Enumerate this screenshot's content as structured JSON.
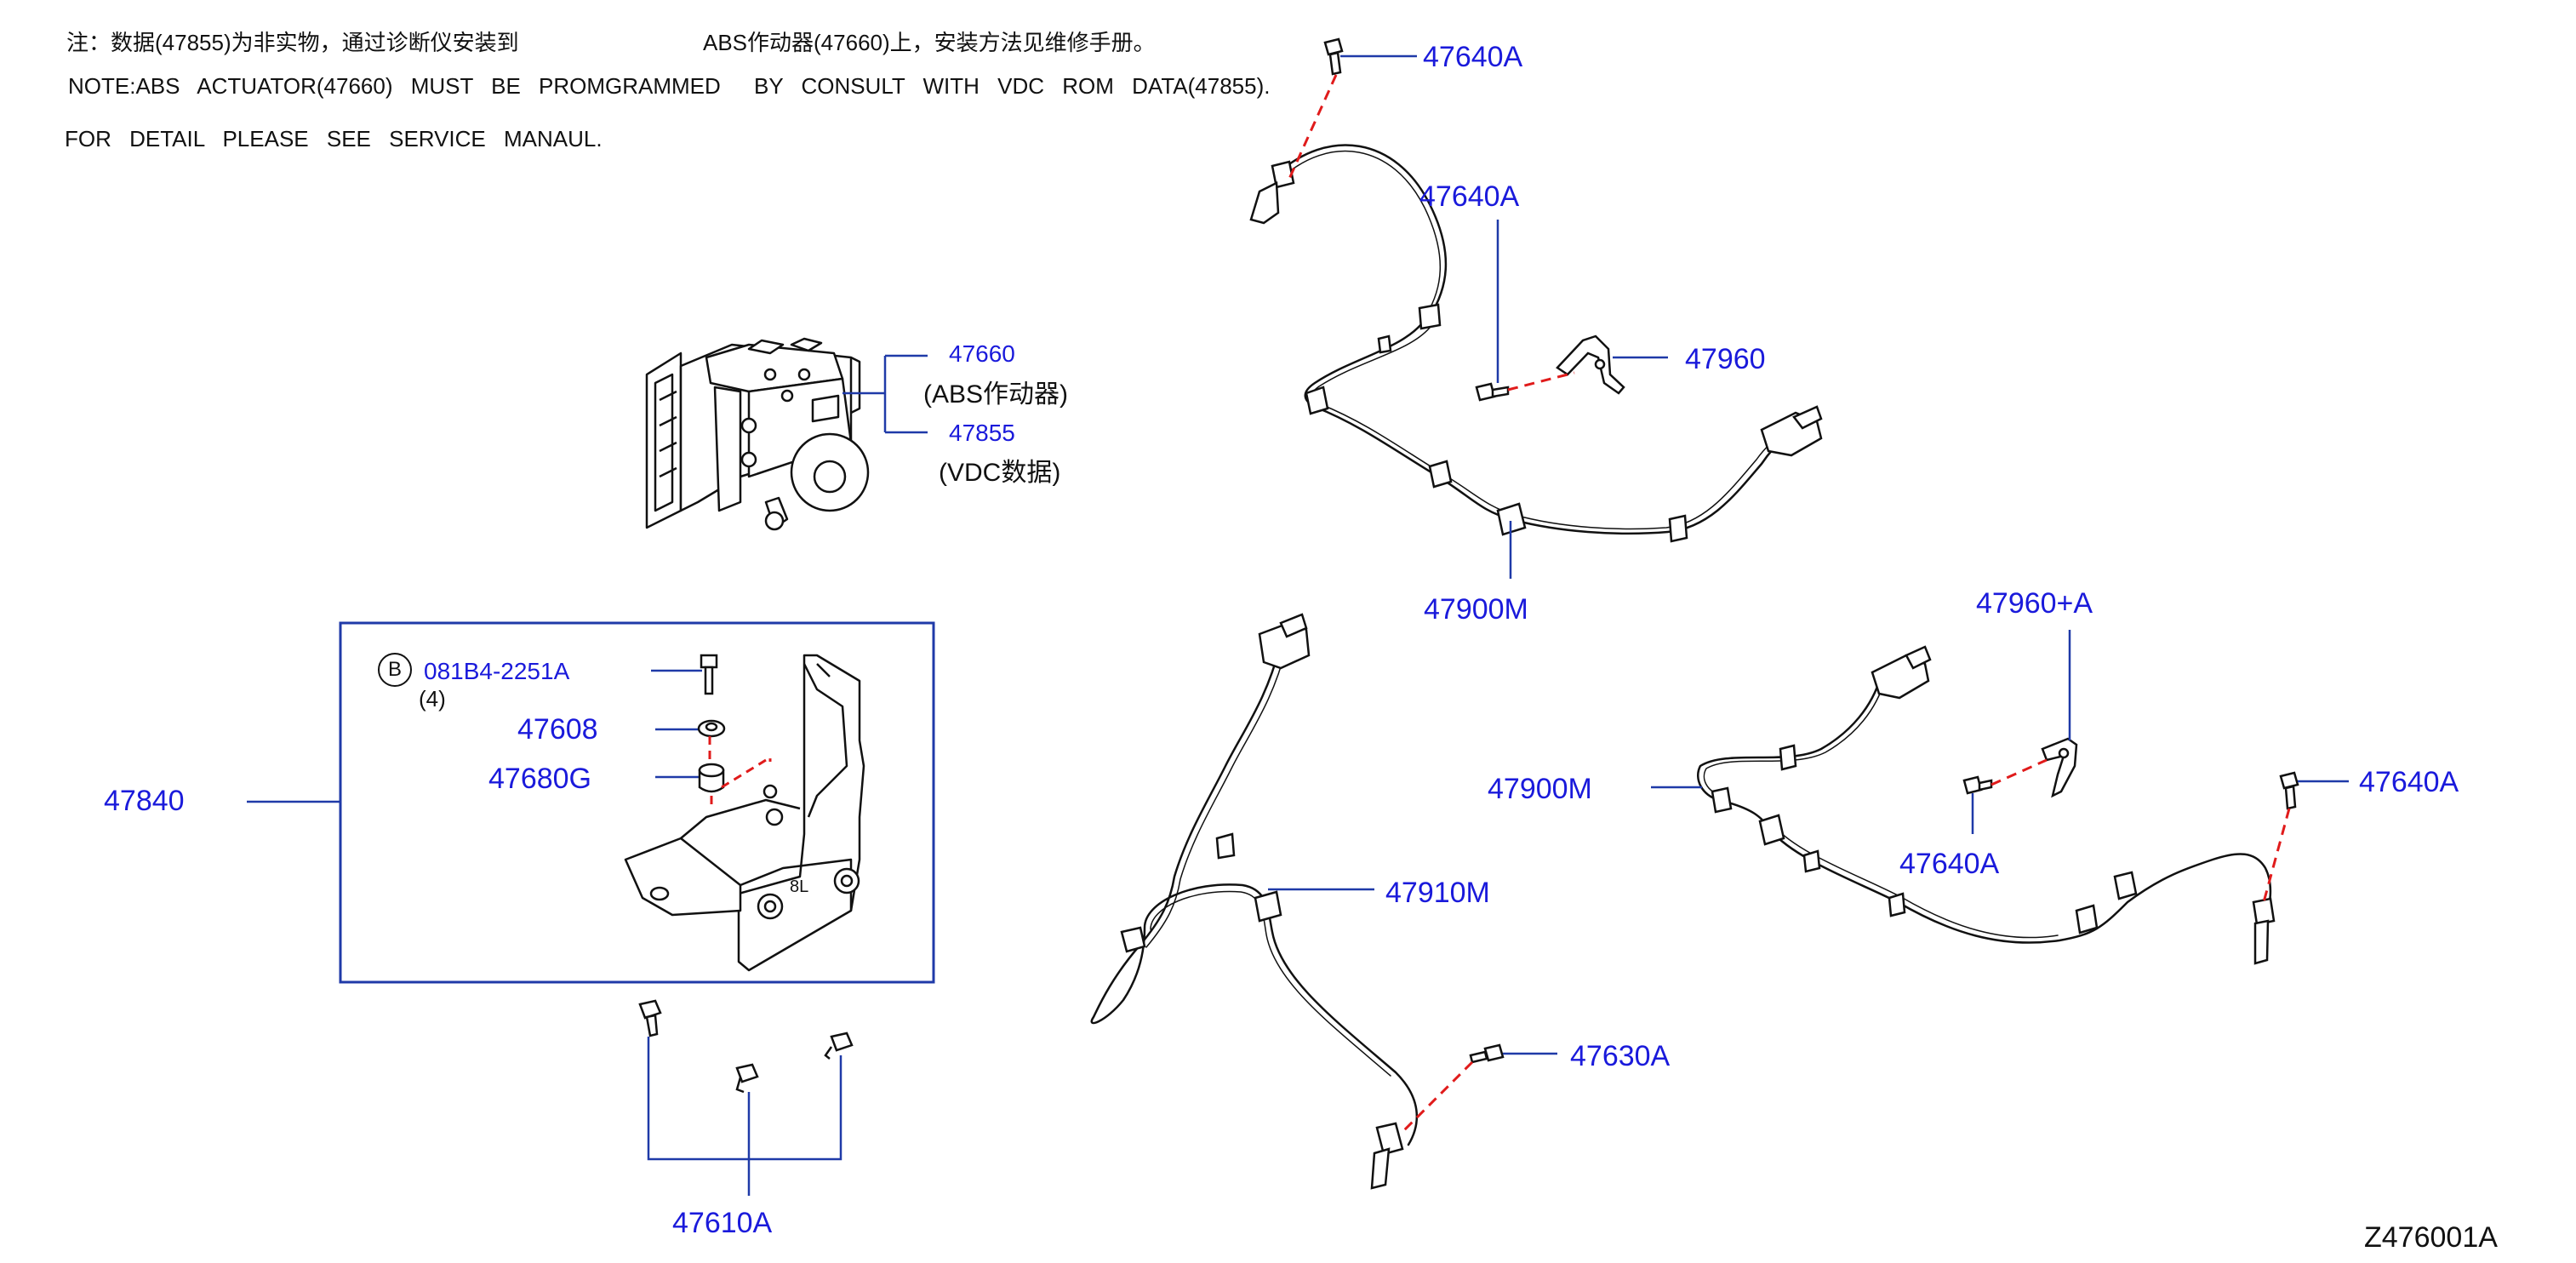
{
  "notes": {
    "line1_cn": "注：数据(47855)为非实物，通过诊断仪安装到",
    "line1_cn_b": "ABS作动器(47660)上，安装方法见维修手册。",
    "line2_a": "NOTE:ABS ACTUATOR(47660) MUST BE PROMGRAMMED",
    "line2_b": "BY CONSULT WITH VDC ROM DATA(47855).",
    "line3": "FOR DETAIL PLEASE SEE SERVICE MANAUL."
  },
  "parts": {
    "abs_actuator": "47660",
    "abs_actuator_desc": "(ABS作动器)",
    "vdc_data": "47855",
    "vdc_data_desc": "(VDC数据)",
    "bracket_assembly": "47840",
    "bolt_b_marker": "B",
    "bolt_b": "081B4-2251A",
    "bolt_b_qty": "(4)",
    "washer": "47608",
    "insulator": "47680G",
    "bolts_bottom": "47610A",
    "sensor_bolt_top": "47640A",
    "sensor_bolt_mid": "47640A",
    "clip_bracket": "47960",
    "harness_front_left": "47900M",
    "harness_rear": "47910M",
    "bolt_rear": "47630A",
    "clip_bracket_right": "47960+A",
    "harness_front_right": "47900M",
    "bolt_right_mid": "47640A",
    "bolt_right_end": "47640A"
  },
  "diagram_id": "Z476001A",
  "colors": {
    "label": "#1a1adb",
    "leader": "#1f3aa8",
    "dash": "#e01b1b",
    "line": "#111111"
  }
}
